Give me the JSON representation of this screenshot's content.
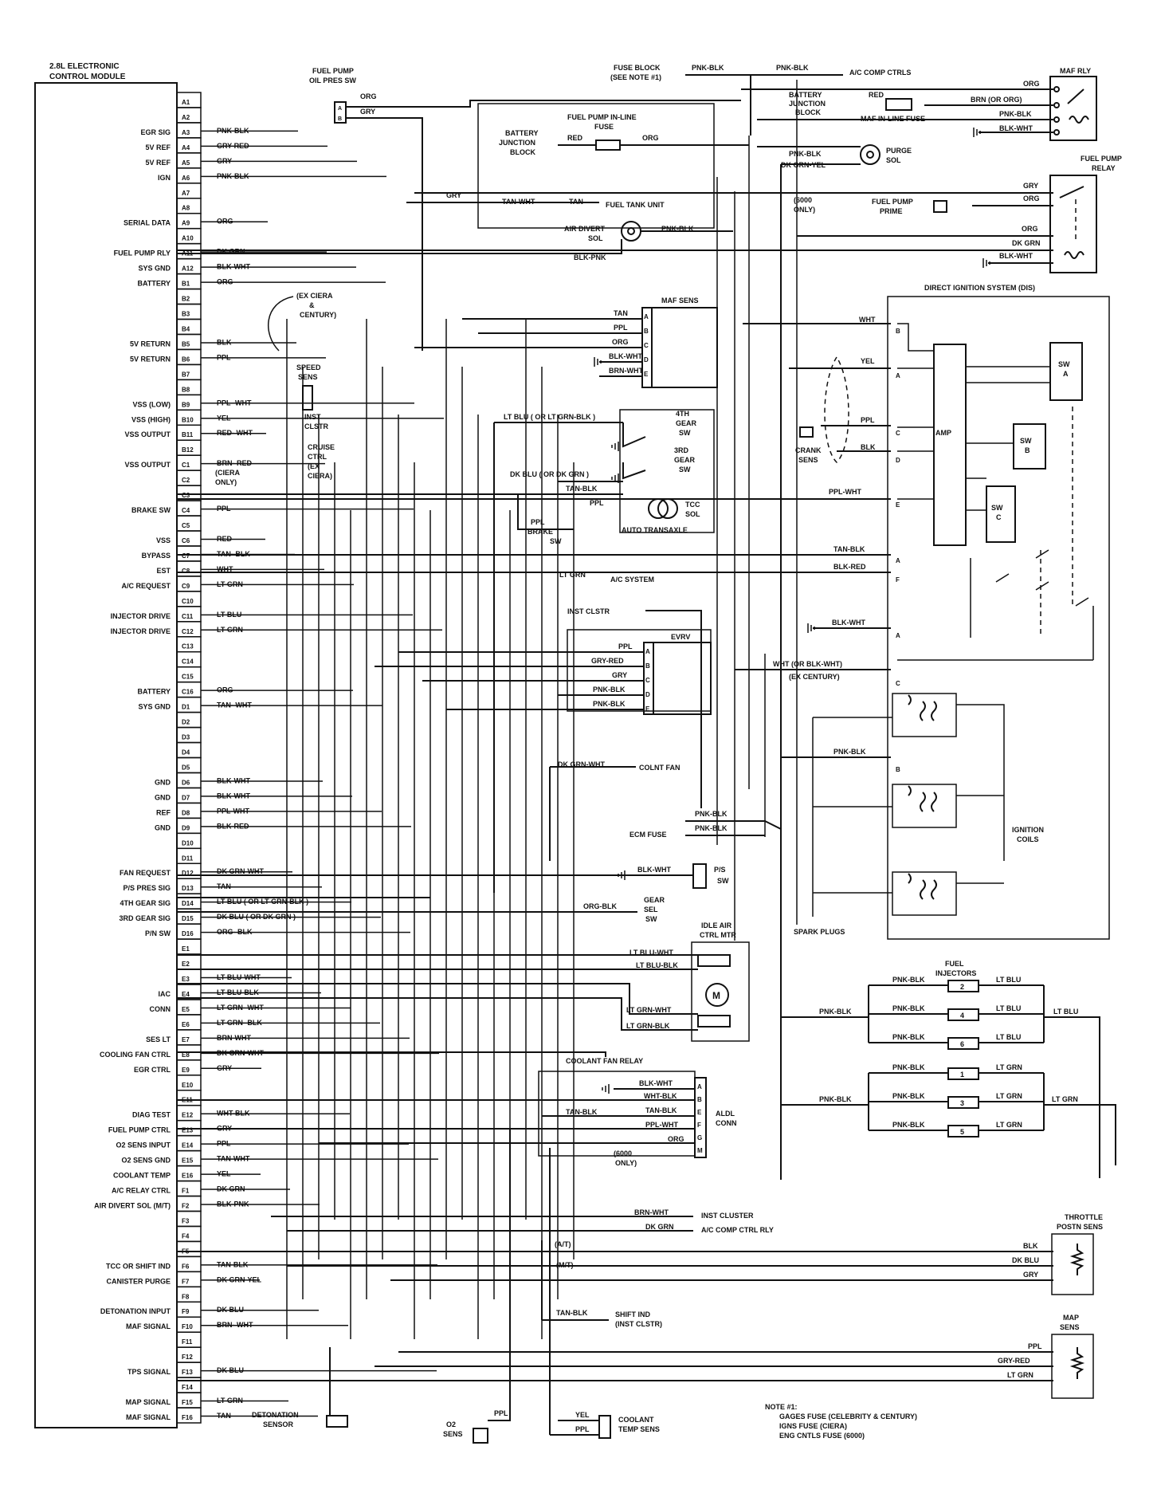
{
  "ecm": {
    "title_lines": [
      "2.8L ELECTRONIC",
      "CONTROL MODULE"
    ],
    "pins": [
      {
        "pin": "A1",
        "func": "",
        "wire": ""
      },
      {
        "pin": "A2",
        "func": "",
        "wire": ""
      },
      {
        "pin": "A3",
        "func": "EGR SIG",
        "wire": "PNK-BLK"
      },
      {
        "pin": "A4",
        "func": "5V REF",
        "wire": "GRY-RED"
      },
      {
        "pin": "A5",
        "func": "5V REF",
        "wire": "GRY"
      },
      {
        "pin": "A6",
        "func": "IGN",
        "wire": "PNK-BLK"
      },
      {
        "pin": "A7",
        "func": "",
        "wire": ""
      },
      {
        "pin": "A8",
        "func": "",
        "wire": ""
      },
      {
        "pin": "A9",
        "func": "SERIAL DATA",
        "wire": "ORG"
      },
      {
        "pin": "A10",
        "func": "",
        "wire": ""
      },
      {
        "pin": "A11",
        "func": "FUEL PUMP RLY",
        "wire": "DK GRN"
      },
      {
        "pin": "A12",
        "func": "SYS GND",
        "wire": "BLK-WHT"
      },
      {
        "pin": "B1",
        "func": "BATTERY",
        "wire": "ORG"
      },
      {
        "pin": "B2",
        "func": "",
        "wire": ""
      },
      {
        "pin": "B3",
        "func": "",
        "wire": ""
      },
      {
        "pin": "B4",
        "func": "",
        "wire": ""
      },
      {
        "pin": "B5",
        "func": "5V RETURN",
        "wire": "BLK"
      },
      {
        "pin": "B6",
        "func": "5V RETURN",
        "wire": "PPL"
      },
      {
        "pin": "B7",
        "func": "",
        "wire": ""
      },
      {
        "pin": "B8",
        "func": "",
        "wire": ""
      },
      {
        "pin": "B9",
        "func": "VSS (LOW)",
        "wire": "PPL- WHT"
      },
      {
        "pin": "B10",
        "func": "VSS (HIGH)",
        "wire": "YEL"
      },
      {
        "pin": "B11",
        "func": "VSS OUTPUT",
        "wire": "RED- WHT"
      },
      {
        "pin": "B12",
        "func": "",
        "wire": ""
      },
      {
        "pin": "C1",
        "func": "VSS OUTPUT",
        "wire": "BRN- RED"
      },
      {
        "pin": "C2",
        "func": "",
        "wire": ""
      },
      {
        "pin": "C3",
        "func": "",
        "wire": ""
      },
      {
        "pin": "C4",
        "func": "BRAKE SW",
        "wire": "PPL"
      },
      {
        "pin": "C5",
        "func": "",
        "wire": ""
      },
      {
        "pin": "C6",
        "func": "VSS",
        "wire": "RED"
      },
      {
        "pin": "C7",
        "func": "BYPASS",
        "wire": "TAN- BLK"
      },
      {
        "pin": "C8",
        "func": "EST",
        "wire": "WHT"
      },
      {
        "pin": "C9",
        "func": "A/C REQUEST",
        "wire": "LT GRN"
      },
      {
        "pin": "C10",
        "func": "",
        "wire": ""
      },
      {
        "pin": "C11",
        "func": "INJECTOR DRIVE",
        "wire": "LT BLU"
      },
      {
        "pin": "C12",
        "func": "INJECTOR DRIVE",
        "wire": "LT GRN"
      },
      {
        "pin": "C13",
        "func": "",
        "wire": ""
      },
      {
        "pin": "C14",
        "func": "",
        "wire": ""
      },
      {
        "pin": "C15",
        "func": "",
        "wire": ""
      },
      {
        "pin": "C16",
        "func": "BATTERY",
        "wire": "ORG"
      },
      {
        "pin": "D1",
        "func": "SYS GND",
        "wire": "TAN- WHT"
      },
      {
        "pin": "D2",
        "func": "",
        "wire": ""
      },
      {
        "pin": "D3",
        "func": "",
        "wire": ""
      },
      {
        "pin": "D4",
        "func": "",
        "wire": ""
      },
      {
        "pin": "D5",
        "func": "",
        "wire": ""
      },
      {
        "pin": "D6",
        "func": "GND",
        "wire": "BLK-WHT"
      },
      {
        "pin": "D7",
        "func": "GND",
        "wire": "BLK-WHT"
      },
      {
        "pin": "D8",
        "func": "REF",
        "wire": "PPL-WHT"
      },
      {
        "pin": "D9",
        "func": "GND",
        "wire": "BLK-RED"
      },
      {
        "pin": "D10",
        "func": "",
        "wire": ""
      },
      {
        "pin": "D11",
        "func": "",
        "wire": ""
      },
      {
        "pin": "D12",
        "func": "FAN REQUEST",
        "wire": "DK GRN-WHT"
      },
      {
        "pin": "D13",
        "func": "P/S PRES SIG",
        "wire": "TAN"
      },
      {
        "pin": "D14",
        "func": "4TH GEAR SIG",
        "wire": "LT BLU ( OR LT GRN-BLK )"
      },
      {
        "pin": "D15",
        "func": "3RD GEAR SIG",
        "wire": "DK BLU ( OR DK GRN )"
      },
      {
        "pin": "D16",
        "func": "P/N SW",
        "wire": "ORG- BLK"
      },
      {
        "pin": "E1",
        "func": "",
        "wire": ""
      },
      {
        "pin": "E2",
        "func": "",
        "wire": ""
      },
      {
        "pin": "E3",
        "func": "",
        "wire": "LT BLU-WHT"
      },
      {
        "pin": "E4",
        "func": "IAC",
        "wire": "LT BLU-BLK"
      },
      {
        "pin": "E5",
        "func": "CONN",
        "wire": "LT GRN- WHT"
      },
      {
        "pin": "E6",
        "func": "",
        "wire": "LT GRN- BLK"
      },
      {
        "pin": "E7",
        "func": "SES LT",
        "wire": "BRN-WHT"
      },
      {
        "pin": "E8",
        "func": "COOLING FAN CTRL",
        "wire": "DK GRN-WHT"
      },
      {
        "pin": "E9",
        "func": "EGR CTRL",
        "wire": "GRY"
      },
      {
        "pin": "E10",
        "func": "",
        "wire": ""
      },
      {
        "pin": "E11",
        "func": "",
        "wire": ""
      },
      {
        "pin": "E12",
        "func": "DIAG TEST",
        "wire": "WHT-BLK"
      },
      {
        "pin": "E13",
        "func": "FUEL PUMP CTRL",
        "wire": "GRY"
      },
      {
        "pin": "E14",
        "func": "O2 SENS INPUT",
        "wire": "PPL"
      },
      {
        "pin": "E15",
        "func": "O2 SENS GND",
        "wire": "TAN-WHT"
      },
      {
        "pin": "E16",
        "func": "COOLANT TEMP",
        "wire": "YEL"
      },
      {
        "pin": "F1",
        "func": "A/C RELAY CTRL",
        "wire": "DK GRN"
      },
      {
        "pin": "F2",
        "func": "AIR DIVERT SOL (M/T)",
        "wire": "BLK-PNK"
      },
      {
        "pin": "F3",
        "func": "",
        "wire": ""
      },
      {
        "pin": "F4",
        "func": "",
        "wire": ""
      },
      {
        "pin": "F5",
        "func": "",
        "wire": ""
      },
      {
        "pin": "F6",
        "func": "TCC OR SHIFT IND",
        "wire": "TAN-BLK"
      },
      {
        "pin": "F7",
        "func": "CANISTER PURGE",
        "wire": "DK GRN-YEL"
      },
      {
        "pin": "F8",
        "func": "",
        "wire": ""
      },
      {
        "pin": "F9",
        "func": "DETONATION INPUT",
        "wire": "DK BLU"
      },
      {
        "pin": "F10",
        "func": "MAF SIGNAL",
        "wire": "BRN- WHT"
      },
      {
        "pin": "F11",
        "func": "",
        "wire": ""
      },
      {
        "pin": "F12",
        "func": "",
        "wire": ""
      },
      {
        "pin": "F13",
        "func": "TPS SIGNAL",
        "wire": "DK BLU"
      },
      {
        "pin": "F14",
        "func": "",
        "wire": ""
      },
      {
        "pin": "F15",
        "func": "MAP SIGNAL",
        "wire": "LT GRN"
      },
      {
        "pin": "F16",
        "func": "MAF SIGNAL",
        "wire": "TAN"
      }
    ]
  },
  "labels": {
    "fuel_pump_oil": [
      "FUEL PUMP",
      "OIL PRES SW"
    ],
    "fuse_block": [
      "FUSE BLOCK",
      "(SEE NOTE #1)"
    ],
    "ac_comp_ctrls": "A/C COMP CTRLS",
    "maf_rly": "MAF RLY",
    "battery_jb": [
      "BATTERY",
      "JUNCTION",
      "BLOCK"
    ],
    "maf_inline_fuse": "MAF IN-LINE FUSE",
    "fuel_pump_inline": [
      "FUEL PUMP IN-LINE",
      "FUSE"
    ],
    "battery_jb2": [
      "BATTERY",
      "JUNCTION",
      "BLOCK"
    ],
    "purge_sol": [
      "PURGE",
      "SOL"
    ],
    "fuel_pump_relay": [
      "FUEL PUMP",
      "RELAY"
    ],
    "fuel_tank_unit": "FUEL TANK UNIT",
    "only_6000": [
      "(6000",
      "ONLY)"
    ],
    "fuel_pump_prime": [
      "FUEL PUMP",
      "PRIME"
    ],
    "air_divert_sol": [
      "AIR DIVERT",
      "SOL"
    ],
    "dis": "DIRECT IGNITION SYSTEM (DIS)",
    "maf_sens": "MAF SENS",
    "ex_ciera": [
      "(EX CIERA",
      "&",
      "CENTURY)"
    ],
    "speed_sens": [
      "SPEED",
      "SENS"
    ],
    "inst_clstr": [
      "INST",
      "CLSTR"
    ],
    "cruise_ctrl": [
      "CRUISE",
      "CTRL",
      "(EX",
      "CIERA)"
    ],
    "ciera_only": [
      "(CIERA",
      "ONLY)"
    ],
    "gear4_sw": [
      "4TH",
      "GEAR",
      "SW"
    ],
    "gear3_sw": [
      "3RD",
      "GEAR",
      "SW"
    ],
    "tcc_sol": [
      "TCC",
      "SOL"
    ],
    "auto_transaxle": "AUTO TRANSAXLE",
    "brake_sw": [
      "BRAKE",
      "SW"
    ],
    "crank_sens": [
      "CRANK",
      "SENS"
    ],
    "amp": "AMP",
    "sw_a": [
      "SW",
      "A"
    ],
    "sw_b": [
      "SW",
      "B"
    ],
    "sw_c": [
      "SW",
      "C"
    ],
    "ac_system": "A/C SYSTEM",
    "inst_clstr2": "INST CLSTR",
    "evrv": "EVRV",
    "wht_or": "WHT (OR BLK-WHT)",
    "ex_century": "(EX CENTURY)",
    "colnt_fan": "COLNT FAN",
    "ecm_fuse": "ECM FUSE",
    "ignition_coils": [
      "IGNITION",
      "COILS"
    ],
    "ps_sw": [
      "P/S",
      "SW"
    ],
    "gear_sel_sw": [
      "GEAR",
      "SEL",
      "SW"
    ],
    "spark_plugs": "SPARK PLUGS",
    "idle_air": [
      "IDLE AIR",
      "CTRL MTR"
    ],
    "fuel_injectors": [
      "FUEL",
      "INJECTORS"
    ],
    "coolant_fan_relay": "COOLANT FAN RELAY",
    "aldl_conn": [
      "ALDL",
      "CONN"
    ],
    "inst_cluster": "INST CLUSTER",
    "ac_comp_ctrl_rly": "A/C COMP CTRL RLY",
    "throttle_posn": [
      "THROTTLE",
      "POSTN SENS"
    ],
    "at": "(A/T)",
    "mt": "(M/T)",
    "shift_ind": [
      "SHIFT IND",
      "(INST CLSTR)"
    ],
    "map_sens2": [
      "MAP",
      "SENS"
    ],
    "detonation_sensor": [
      "DETONATION",
      "SENSOR"
    ],
    "o2_sens": [
      "O2",
      "SENS"
    ],
    "coolant_temp_sens": [
      "COOLANT",
      "TEMP SENS"
    ],
    "note": [
      "NOTE #1:",
      "GAGES FUSE (CELEBRITY & CENTURY)",
      "IGNS FUSE (CIERA)",
      "ENG CNTLS FUSE (6000)"
    ]
  },
  "wire_tags": {
    "pnk_blk": "PNK-BLK",
    "org": "ORG",
    "gry": "GRY",
    "red": "RED",
    "brn_or_org": "BRN (OR ORG)",
    "blk_wht": "BLK-WHT",
    "dk_grn_yel": "DK GRN-YEL",
    "tan_wht": "TAN-WHT",
    "tan": "TAN",
    "dk_grn": "DK GRN",
    "blk_pnk": "BLK-PNK",
    "ppl": "PPL",
    "brn_wht": "BRN-WHT",
    "lt_blu_or": "LT BLU ( OR LT GRN-BLK )",
    "dk_blu_or": "DK BLU ( OR DK GRN )",
    "tan_blk": "TAN-BLK",
    "wht": "WHT",
    "yel": "YEL",
    "blk": "BLK",
    "ppl_wht": "PPL-WHT",
    "blk_red": "BLK-RED",
    "lt_grn": "LT GRN",
    "gry_red": "GRY-RED",
    "dk_grn_wht": "DK GRN-WHT",
    "org_blk": "ORG-BLK",
    "lt_blu_wht": "LT BLU-WHT",
    "lt_blu_blk": "LT BLU-BLK",
    "lt_grn_wht": "LT GRN-WHT",
    "lt_grn_blk": "LT GRN-BLK",
    "lt_blu": "LT BLU",
    "wht_blk": "WHT-BLK",
    "dk_blu": "DK BLU"
  },
  "connector_letters": {
    "maf": [
      "A",
      "B",
      "C",
      "D",
      "E"
    ],
    "evrv": [
      "A",
      "B",
      "C",
      "D",
      "E"
    ],
    "aldl": [
      "A",
      "B",
      "E",
      "F",
      "G",
      "M"
    ]
  },
  "injectors": {
    "lt_blu_group": [
      "2",
      "4",
      "6"
    ],
    "lt_grn_group": [
      "1",
      "3",
      "5"
    ]
  }
}
